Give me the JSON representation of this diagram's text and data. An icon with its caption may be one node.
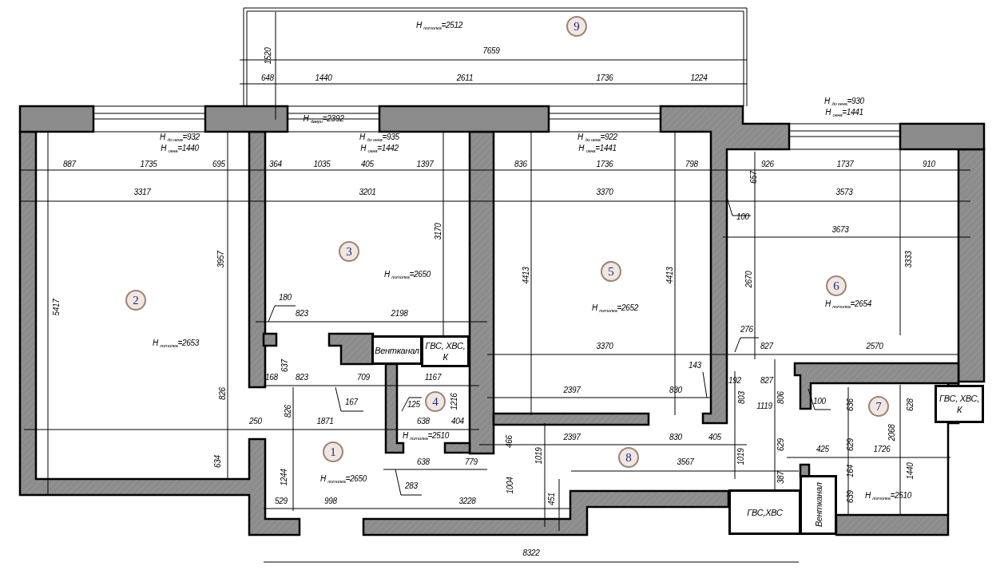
{
  "diagram": {
    "nodes": [
      {
        "text": [
          "9"
        ]
      },
      {
        "text": [
          "3"
        ]
      },
      {
        "text": [
          "5"
        ]
      },
      {
        "text": [
          "6"
        ]
      },
      {
        "text": [
          "2"
        ]
      },
      {
        "text": [
          "Вентканал"
        ]
      },
      {
        "text": [
          "ГВС, ХВС, К"
        ]
      },
      {
        "text": [
          "ГВС, ХВС, К"
        ]
      },
      {
        "text": [
          "4"
        ]
      },
      {
        "text": [
          "7"
        ]
      },
      {
        "text": [
          "1"
        ]
      },
      {
        "text": [
          "8"
        ]
      },
      {
        "text": [
          "Вентканал"
        ]
      },
      {
        "text": [
          "ГВС,ХВС"
        ]
      }
    ],
    "labels": [
      "1520",
      "H $_{потолка}$=2512",
      "7659",
      "648",
      "1440",
      "2611",
      "1736",
      "1224",
      "H $_{до окна}$=930",
      "H $_{окна}$=1441",
      "H $_{двери}$=2392",
      "H $_{до окна}$=932",
      "H $_{окна}$=1440",
      "H $_{до окна}$=935",
      "H $_{окна}$=1442",
      "H $_{до окна}$=922",
      "H $_{окна}$=1441",
      "887",
      "1735",
      "695",
      "364",
      "1035",
      "405",
      "1397",
      "836",
      "1736",
      "798",
      "926",
      "1737",
      "910",
      "657",
      "3317",
      "3201",
      "3370",
      "3573",
      "100",
      "3673",
      "3170",
      "3957",
      "H $_{потолка}$=2650",
      "4413",
      "4413",
      "2670",
      "3333",
      "H $_{потолка}$=2654",
      "5417",
      "H $_{потолка}$=2652",
      "180",
      "823",
      "2198",
      "276",
      "H $_{потолка}$=2653",
      "3370",
      "827",
      "2570",
      "637",
      "143",
      "168",
      "823",
      "709",
      "1167",
      "192",
      "827",
      "2397",
      "830",
      "826",
      "1216",
      "803",
      "806",
      "167",
      "1119",
      "100",
      "125",
      "636",
      "628",
      "826",
      "2068",
      "250",
      "1871",
      "638",
      "404",
      "629",
      "H $_{потолка}$=2510",
      "2397",
      "830",
      "405",
      "466",
      "629",
      "425",
      "1726",
      "634",
      "638",
      "779",
      "1019",
      "3567",
      "1019",
      "164",
      "1244",
      "387",
      "H $_{потолка}$=2650",
      "1004",
      "283",
      "639",
      "1440",
      "H $_{потолка}$=2510",
      "451",
      "529",
      "998",
      "3228",
      "8322"
    ]
  }
}
